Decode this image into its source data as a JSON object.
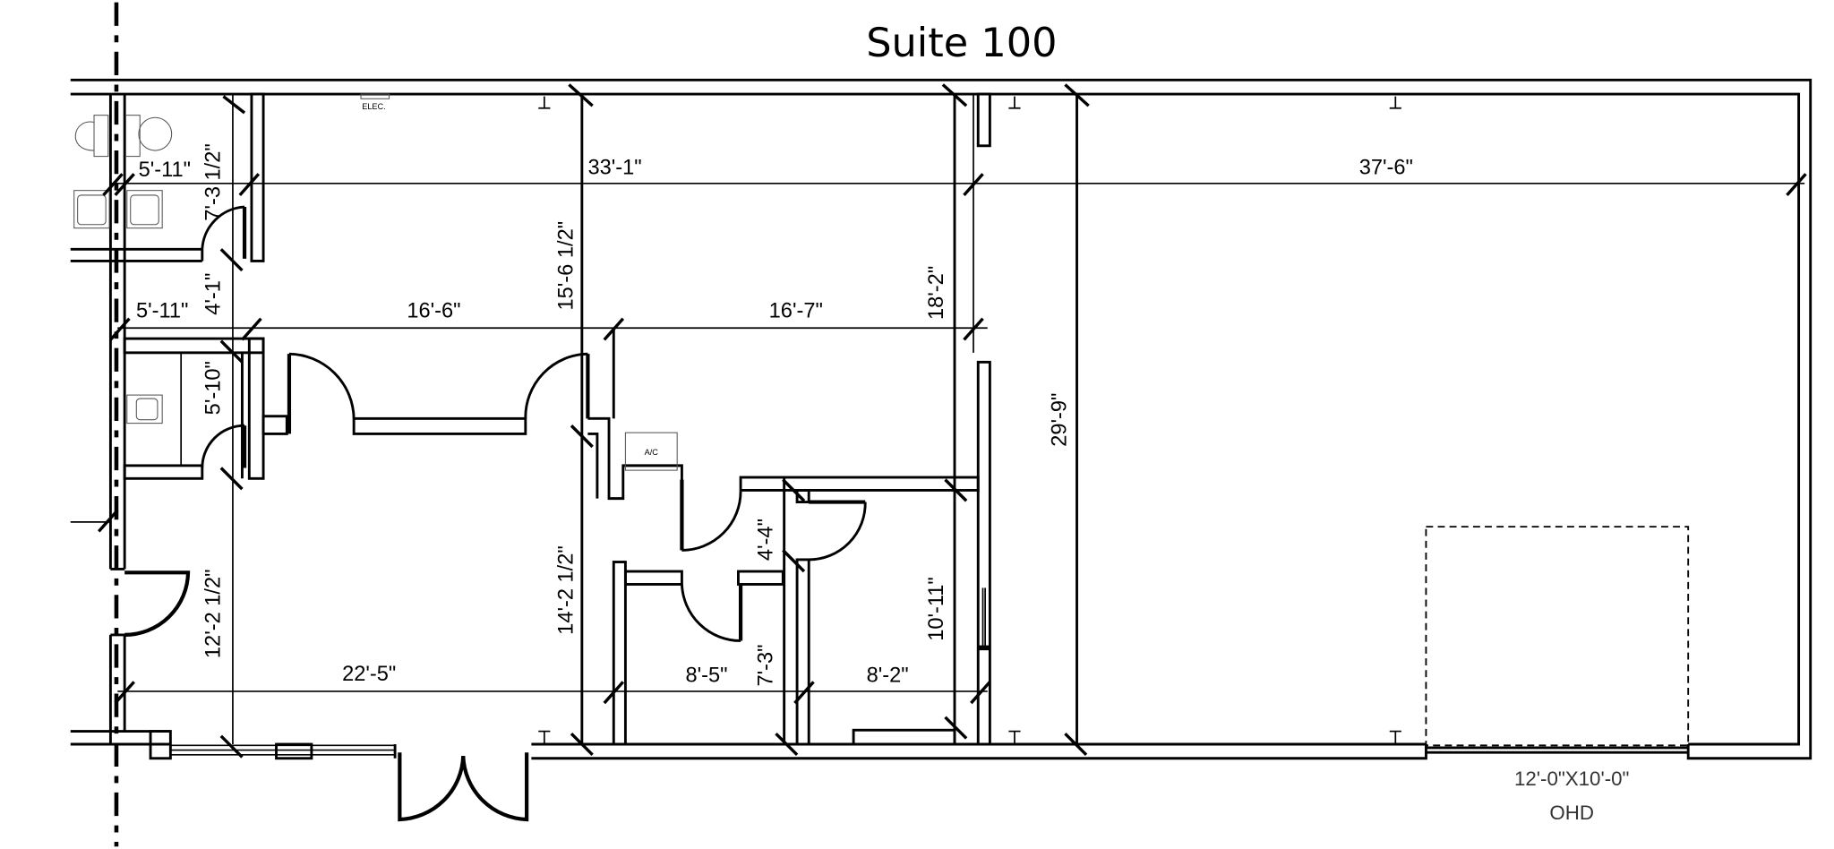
{
  "title": "Suite 100",
  "labels": {
    "elec": "ELEC.",
    "ac": "A/C",
    "ohd_size": "12'-0\"X10'-0\"",
    "ohd_type": "OHD"
  },
  "dimensions": {
    "restroom_width_top": "5'-11\"",
    "restroom_height_top": "7'-3 1/2\"",
    "front_width_total_top": "33'-1\"",
    "warehouse_width": "37'-6\"",
    "hall_width_left": "5'-11\"",
    "hall_gap": "4'-1\"",
    "office1_width": "16'-6\"",
    "office_depth": "15'-6 1/2\"",
    "office2_width": "16'-7\"",
    "office2_depth": "18'-2\"",
    "breakroom_depth": "5'-10\"",
    "warehouse_depth": "29'-9\"",
    "closet_depth": "4'-4\"",
    "lobby_depth": "12'-2 1/2\"",
    "center_depth": "14'-2 1/2\"",
    "lobby_width": "22'-5\"",
    "room_a_width": "8'-5\"",
    "room_a_depth": "7'-3\"",
    "room_b_width": "8'-2\"",
    "room_b_depth": "10'-11\""
  },
  "colors": {
    "line": "#000000",
    "background": "#ffffff",
    "label_gray": "#333333"
  }
}
